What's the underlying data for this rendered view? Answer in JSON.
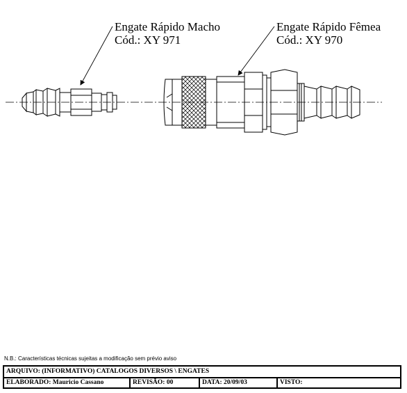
{
  "callouts": {
    "male": {
      "title": "Engate Rápido Macho",
      "code": "Cód.: XY 971"
    },
    "female": {
      "title": "Engate Rápido Fêmea",
      "code": "Cód.: XY 970"
    }
  },
  "note": "N.B.: Características técnicas sujeitas a modificação sem prévio aviso",
  "title_block": {
    "file": "ARQUIVO: (INFORMATIVO) CATALOGOS DIVERSOS \\ ENGATES",
    "author": "ELABORADO: Mauricio Cassano",
    "revision": "REVISÃO: 00",
    "date": "DATA: 20/09/03",
    "approval": "VISTO:"
  },
  "colors": {
    "ink": "#000000",
    "paper": "#ffffff"
  }
}
